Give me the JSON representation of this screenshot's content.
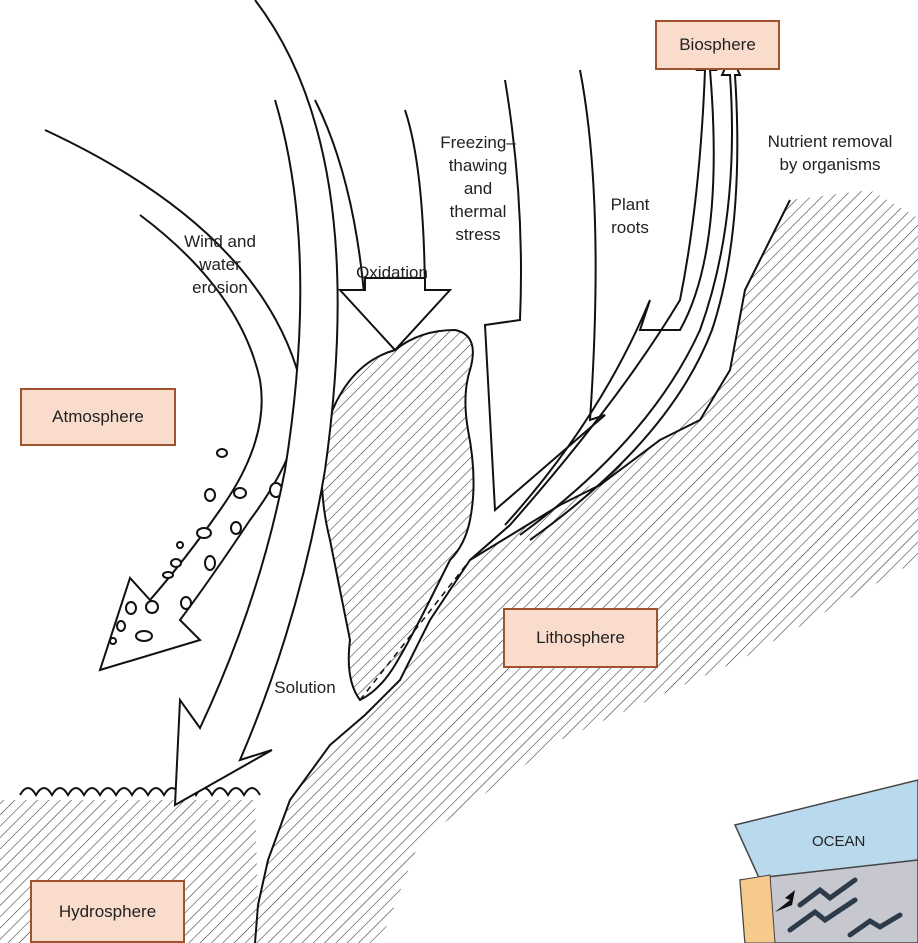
{
  "spheres": {
    "biosphere": "Biosphere",
    "atmosphere": "Atmosphere",
    "lithosphere": "Lithosphere",
    "hydrosphere": "Hydrosphere"
  },
  "processes": {
    "wind_water_erosion": [
      "Wind and",
      "water",
      "erosion"
    ],
    "oxidation": "Oxidation",
    "freezing_thawing": [
      "Freezing–",
      "thawing",
      "and",
      "thermal",
      "stress"
    ],
    "plant_roots": [
      "Plant",
      "roots"
    ],
    "nutrient_removal": [
      "Nutrient removal",
      "by organisms"
    ],
    "solution": "Solution"
  },
  "inset": {
    "ocean_label": "OCEAN"
  },
  "colors": {
    "sphere_fill": "#f9dccb",
    "sphere_border": "#a0522d",
    "ocean_fill": "#b9d9ec"
  }
}
